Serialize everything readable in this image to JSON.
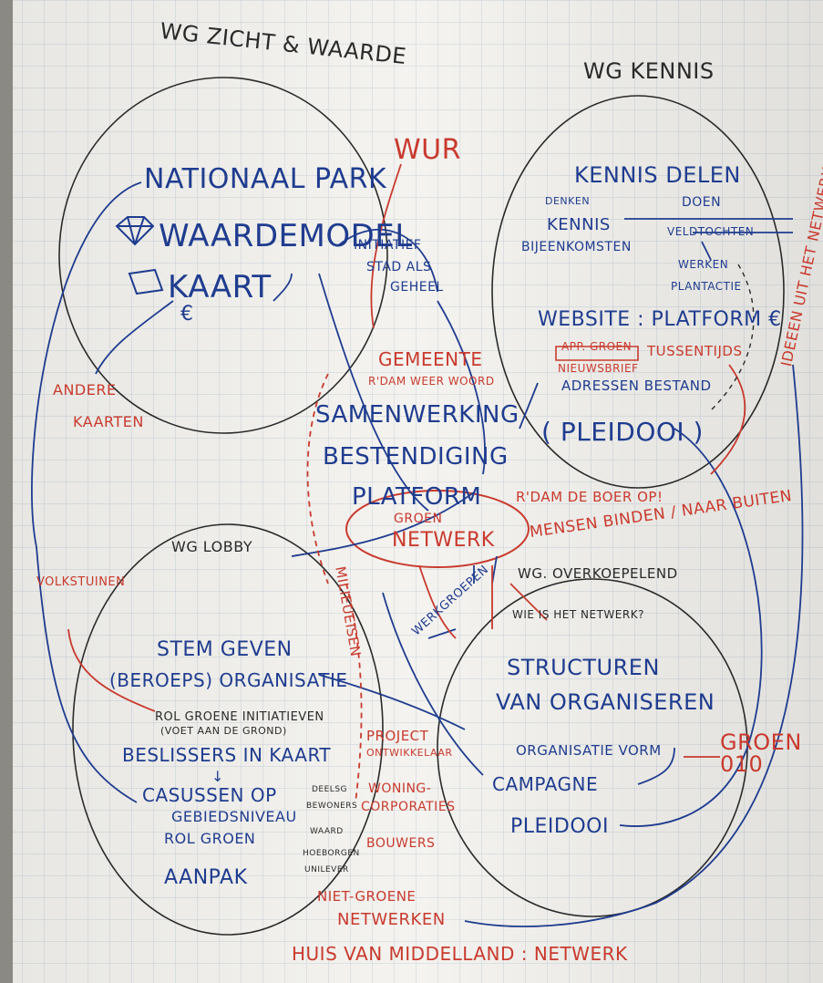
{
  "photo": {
    "paper_color": "#f4f3ef",
    "grid_color": "#c9d3dc",
    "ink_black": "#2a2a2a",
    "ink_blue": "#1f3c8f",
    "ink_red": "#c93a2e"
  },
  "groups": {
    "zicht": "WG ZICHT & WAARDE",
    "kennis": "WG KENNIS",
    "lobby": "WG LOBBY",
    "overkoepeld": "WG. OVERKOEPELEND"
  },
  "zicht": {
    "nationaal_park": "NATIONAAL PARK",
    "waardemodel": "WAARDEMODEL",
    "kaart": "KAART",
    "euro": "€",
    "andere": "ANDERE",
    "kaarten": "KAARTEN",
    "initiatief": "INITIATIEF",
    "stad_als": "STAD ALS",
    "geheel": "GEHEEL",
    "wur": "WUR"
  },
  "kennis": {
    "kennis_delen": "KENNIS DELEN",
    "denken": "DENKEN",
    "doen": "DOEN",
    "kennis": "KENNIS",
    "bijeenkomsten": "BIJEENKOMSTEN",
    "veldtochten": "VELDTOCHTEN",
    "werken": "WERKEN",
    "plantactie": "PLANTACTIE",
    "website": "WEBSITE : PLATFORM €",
    "app_groen": "APP. GROEN",
    "tussentijds": "TUSSENTIJDS",
    "nieuwsbrief": "NIEUWSBRIEF",
    "adressen": "ADRESSEN BESTAND",
    "pleidooi": "( PLEIDOOI )",
    "ideeen": "IDEEEN UIT HET NETWERK"
  },
  "center": {
    "gemeente": "GEMEENTE",
    "rdam_weerwoord": "R'DAM WEER WOORD",
    "samenwerking": "SAMENWERKING",
    "bestendiging": "BESTENDIGING",
    "platform": "PLATFORM",
    "groen": "GROEN",
    "netwerk": "NETWERK",
    "rdam_boer": "R'DAM DE BOER OP!",
    "mensen_binden": "MENSEN BINDEN / NAAR BUITEN",
    "milieueisen": "MILIEUEISEN",
    "werkgroepen": "WERKGROEPEN",
    "wie_is": "WIE IS HET NETWERK?"
  },
  "lobby": {
    "volkstuinen": "VOLKSTUINEN",
    "stem_geven": "STEM GEVEN",
    "beroeps": "(BEROEPS) ORGANISATIE",
    "rol_groene": "ROL GROENE INITIATIEVEN",
    "voet_aan": "(VOET AAN DE GROND)",
    "beslissers": "BESLISSERS IN KAART",
    "arrow": "↓",
    "casussen": "CASUSSEN OP",
    "gebiedsniveau": "GEBIEDSNIVEAU",
    "rol_groen": "ROL GROEN",
    "aanpak": "AANPAK",
    "deelsg": "DEELSG",
    "bewoners": "BEWONERS",
    "waard": "WAARD",
    "hoeborgen": "HOEBORGEN",
    "unilever": "UNILEVER",
    "project": "PROJECT",
    "ontwikkelaar": "ONTWIKKELAAR",
    "woning": "WONING-",
    "corporaties": "CORPORATIES",
    "bouwers": "BOUWERS",
    "niet_groene": "NIET-GROENE",
    "netwerken": "NETWERKEN"
  },
  "overkoepeld": {
    "structuren": "STRUCTUREN",
    "van_organiseren": "VAN ORGANISEREN",
    "organisatie_vorm": "ORGANISATIE VORM",
    "groen_010": "GROEN 010",
    "campagne": "CAMPAGNE",
    "pleidooi": "PLEIDOOI"
  },
  "footer": {
    "huis": "HUIS VAN MIDDELLAND : NETWERK"
  }
}
